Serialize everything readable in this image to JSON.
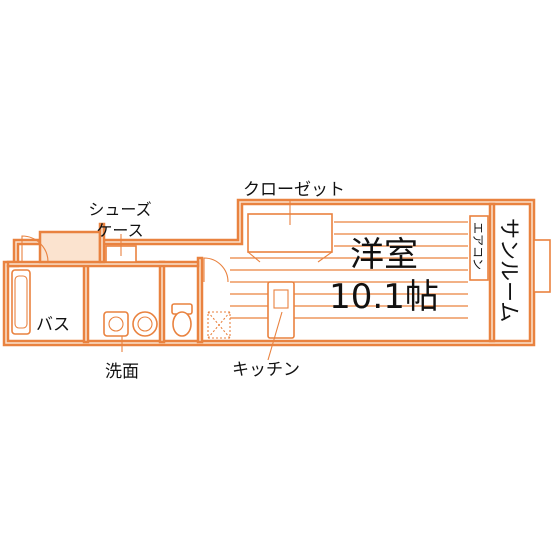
{
  "colors": {
    "wall": "#e9823f",
    "wall_fill": "#fbe3cf",
    "text": "#111111"
  },
  "labels": {
    "closet": "クローゼット",
    "shoe_case_line1": "シューズ",
    "shoe_case_line2": "ケース",
    "western_room_name": "洋室",
    "western_room_size": "10.1帖",
    "aircon": "エアコン",
    "sunroom": "サンルーム",
    "bath": "バス",
    "washroom": "洗面",
    "kitchen": "キッチン"
  }
}
